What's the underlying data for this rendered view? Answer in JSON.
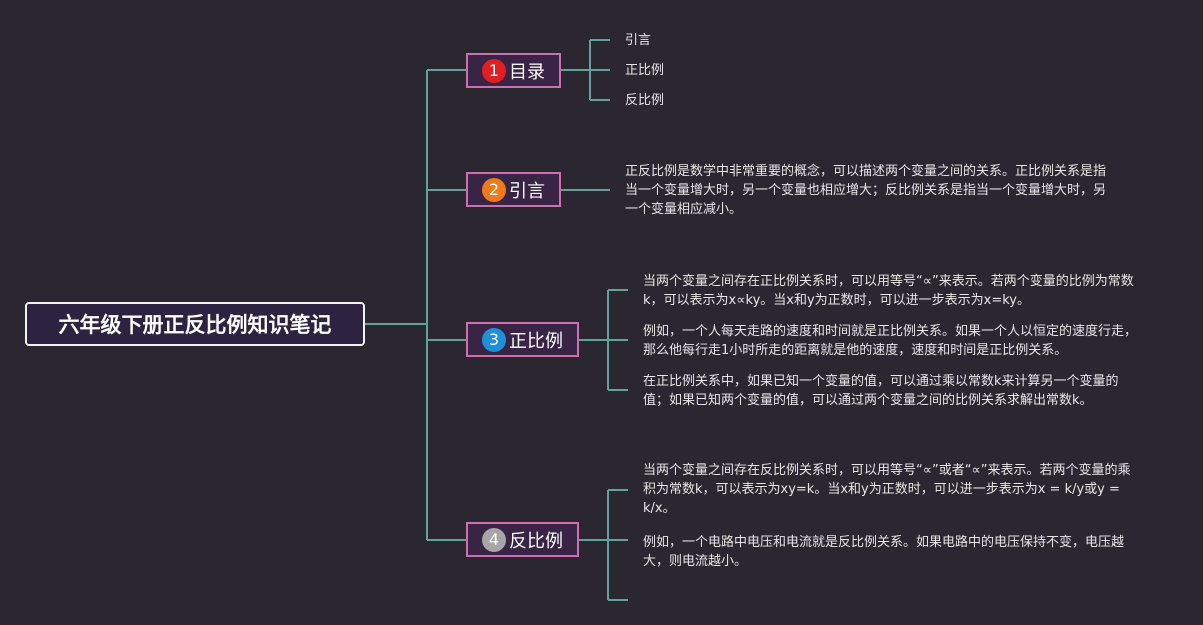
{
  "root": {
    "title": "六年级下册正反比例知识笔记"
  },
  "branches": [
    {
      "num": "1",
      "label": "目录",
      "color": "#e02020",
      "leaves": [
        "引言",
        "正比例",
        "反比例"
      ]
    },
    {
      "num": "2",
      "label": "引言",
      "color": "#f07a1a",
      "leaves": [
        "正反比例是数学中非常重要的概念，可以描述两个变量之间的关系。正比例关系是指当一个变量增大时，另一个变量也相应增大；反比例关系是指当一个变量增大时，另一个变量相应减小。"
      ]
    },
    {
      "num": "3",
      "label": "正比例",
      "color": "#1e90d8",
      "leaves": [
        "当两个变量之间存在正比例关系时，可以用等号“∝”来表示。若两个变量的比例为常数k，可以表示为x∝ky。当x和y为正数时，可以进一步表示为x=ky。",
        "例如，一个人每天走路的速度和时间就是正比例关系。如果一个人以恒定的速度行走，那么他每行走1小时所走的距离就是他的速度，速度和时间是正比例关系。",
        "在正比例关系中，如果已知一个变量的值，可以通过乘以常数k来计算另一个变量的值；如果已知两个变量的值，可以通过两个变量之间的比例关系求解出常数k。"
      ]
    },
    {
      "num": "4",
      "label": "反比例",
      "color": "#a6a6a6",
      "leaves": [
        "当两个变量之间存在反比例关系时，可以用等号“∝”或者“∝”来表示。若两个变量的乘积为常数k，可以表示为xy=k。当x和y为正数时，可以进一步表示为x = k/y或y = k/x。",
        "例如，一个电路中电压和电流就是反比例关系。如果电路中的电压保持不变，电压越大，则电流越小。",
        ""
      ]
    }
  ]
}
